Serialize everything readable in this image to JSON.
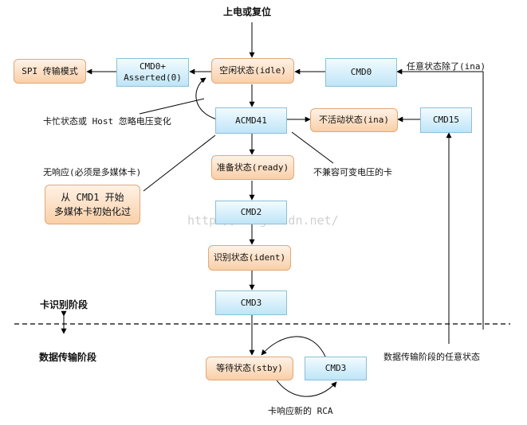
{
  "diagram": {
    "power_on": "上电或复位",
    "spi_mode": "SPI 传输模式",
    "cmd0_asserted_line1": "CMD0+",
    "cmd0_asserted_line2": "Asserted(0)",
    "idle_state": "空闲状态(idle)",
    "cmd0": "CMD0",
    "any_state_except": "任意状态除了(ina)",
    "busy_note": "卡忙状态或 Host 忽略电压变化",
    "acmd41": "ACMD41",
    "inactive_state": "不活动状态(ina)",
    "cmd15": "CMD15",
    "no_response": "无响应(必须是多媒体卡)",
    "ready_state": "准备状态(ready)",
    "incompatible_voltage": "不兼容可变电压的卡",
    "mmc_line1": "从 CMD1 开始",
    "mmc_line2": "多媒体卡初始化过",
    "cmd2": "CMD2",
    "ident_state": "识别状态(ident)",
    "cmd3_top": "CMD3",
    "card_id_phase": "卡识别阶段",
    "data_phase": "数据传输阶段",
    "any_data_state": "数据传输阶段的任意状态",
    "stby_state": "等待状态(stby)",
    "cmd3_bottom": "CMD3",
    "new_rca": "卡响应新的 RCA",
    "watermark": "http://blog.csdn.net/"
  }
}
